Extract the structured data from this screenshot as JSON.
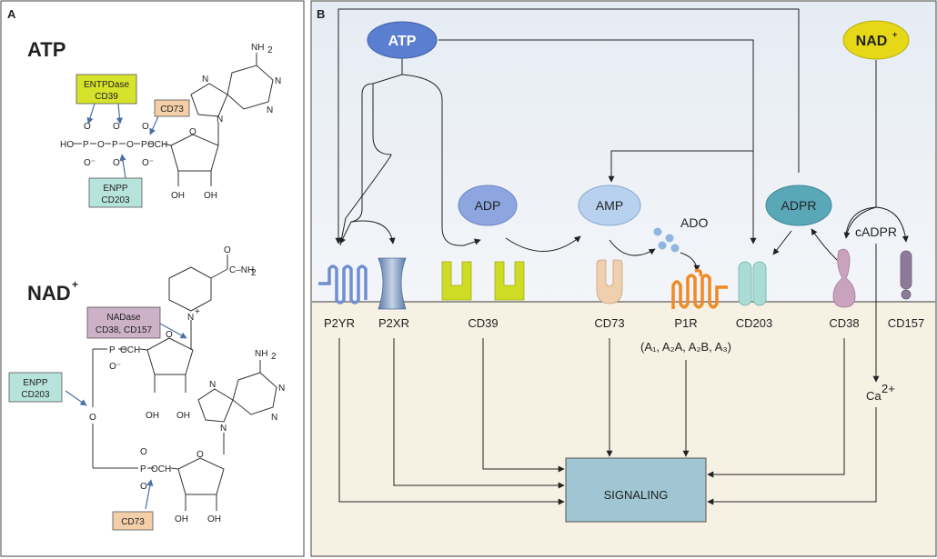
{
  "panel_a": {
    "letter": "A",
    "atp_title": "ATP",
    "nad_title": "NAD",
    "nad_sup": "+",
    "boxes": {
      "entpdase_l1": "ENTPDase",
      "entpdase_l2": "CD39",
      "cd73_top": "CD73",
      "enpp_top_l1": "ENPP",
      "enpp_top_l2": "CD203",
      "nadase_l1": "NADase",
      "nadase_l2": "CD38, CD157",
      "enpp_bot_l1": "ENPP",
      "enpp_bot_l2": "CD203",
      "cd73_bot": "CD73"
    },
    "chem": {
      "nh2": "NH",
      "nh2_sub": "2",
      "conh2": "C–NH",
      "oh": "OH",
      "o": "O",
      "p": "P",
      "ho": "HO",
      "och2": "OCH",
      "n": "N",
      "nplus": "+",
      "ominus": "O⁻"
    }
  },
  "panel_b": {
    "letter": "B",
    "nodes": {
      "atp": "ATP",
      "nad": "NAD",
      "nad_sup": "+",
      "adp": "ADP",
      "amp": "AMP",
      "ado": "ADO",
      "adpr": "ADPR",
      "cadpr": "cADPR"
    },
    "receptors": {
      "p2yr": "P2YR",
      "p2xr": "P2XR",
      "cd39": "CD39",
      "cd73": "CD73",
      "p1r": "P1R",
      "p1r_sub": "(A₁, A₂A, A₂B, A₃)",
      "cd203": "CD203",
      "cd38": "CD38",
      "cd157": "CD157"
    },
    "ca": "Ca",
    "ca_sup": "2+",
    "signaling": "SIGNALING"
  },
  "colors": {
    "atp_node": "#5a7fd0",
    "nad_node": "#e6d817",
    "adp_node": "#8da6e0",
    "amp_node": "#b8d1ef",
    "adpr_node": "#5aa7b8",
    "signaling_box": "#9fc6d2",
    "cd39": "#cfdc26",
    "cd73": "#f0cfae",
    "p1r": "#f08a24",
    "cd203": "#a9dcd5",
    "cd38": "#c9a2bd",
    "cd157": "#8c7a98",
    "p2yr": "#6f8fd0",
    "p2xr": "#7b96bf"
  }
}
